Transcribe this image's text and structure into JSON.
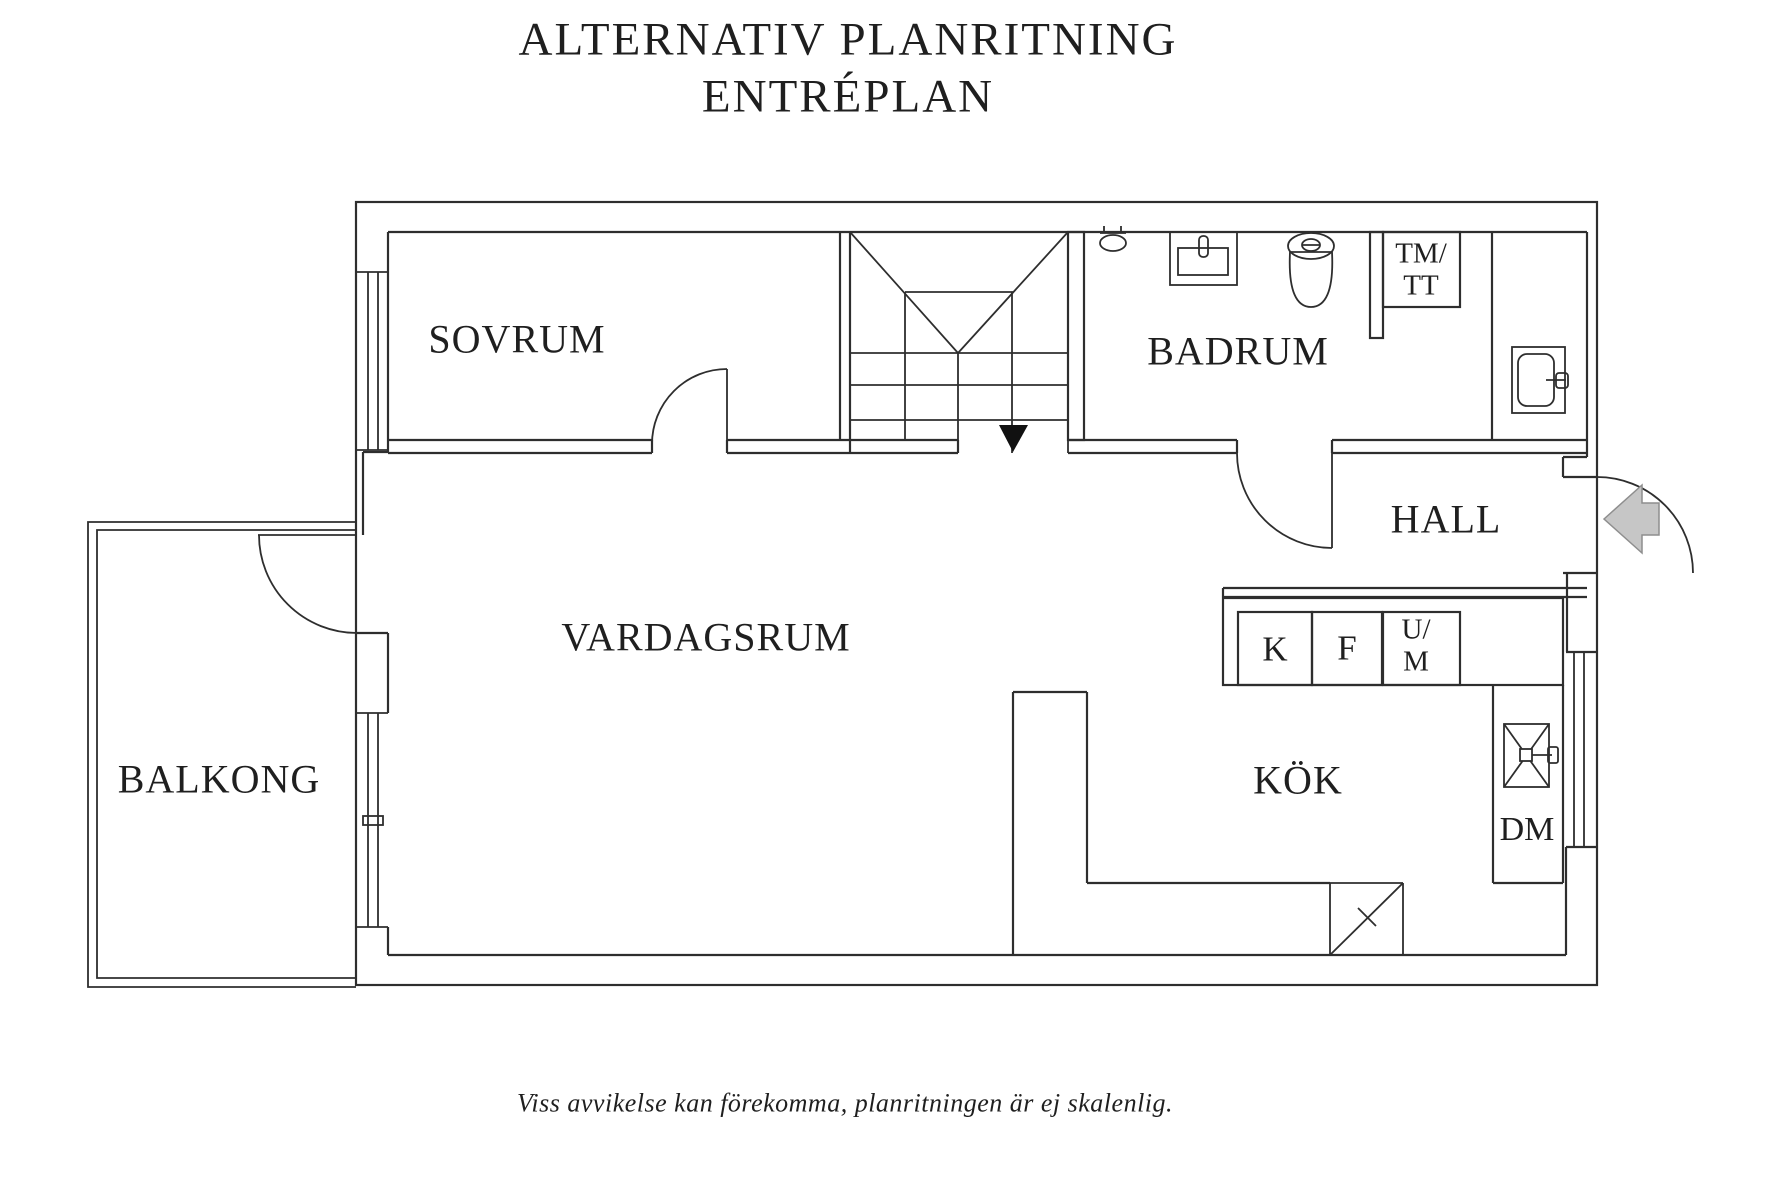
{
  "title": {
    "line1": "ALTERNATIV PLANRITNING",
    "line2": "ENTRÉPLAN"
  },
  "rooms": {
    "sovrum": "SOVRUM",
    "badrum": "BADRUM",
    "hall": "HALL",
    "vardagsrum": "VARDAGSRUM",
    "balkong": "BALKONG",
    "kok": "KÖK"
  },
  "fixtures": {
    "tm_tt_line1": "TM/",
    "tm_tt_line2": "TT",
    "fridge": "K",
    "freezer": "F",
    "um_line1": "U/",
    "um_line2": "M",
    "dishwasher": "DM"
  },
  "caption": "Viss avvikelse kan förekomma, planritningen är ej skalenlig.",
  "colors": {
    "line": "#2e2e2e",
    "text": "#1f1f1f",
    "entry_arrow_fill": "#c6c6c6",
    "entry_arrow_stroke": "#8e8e8e",
    "stair_arrow": "#111111"
  }
}
